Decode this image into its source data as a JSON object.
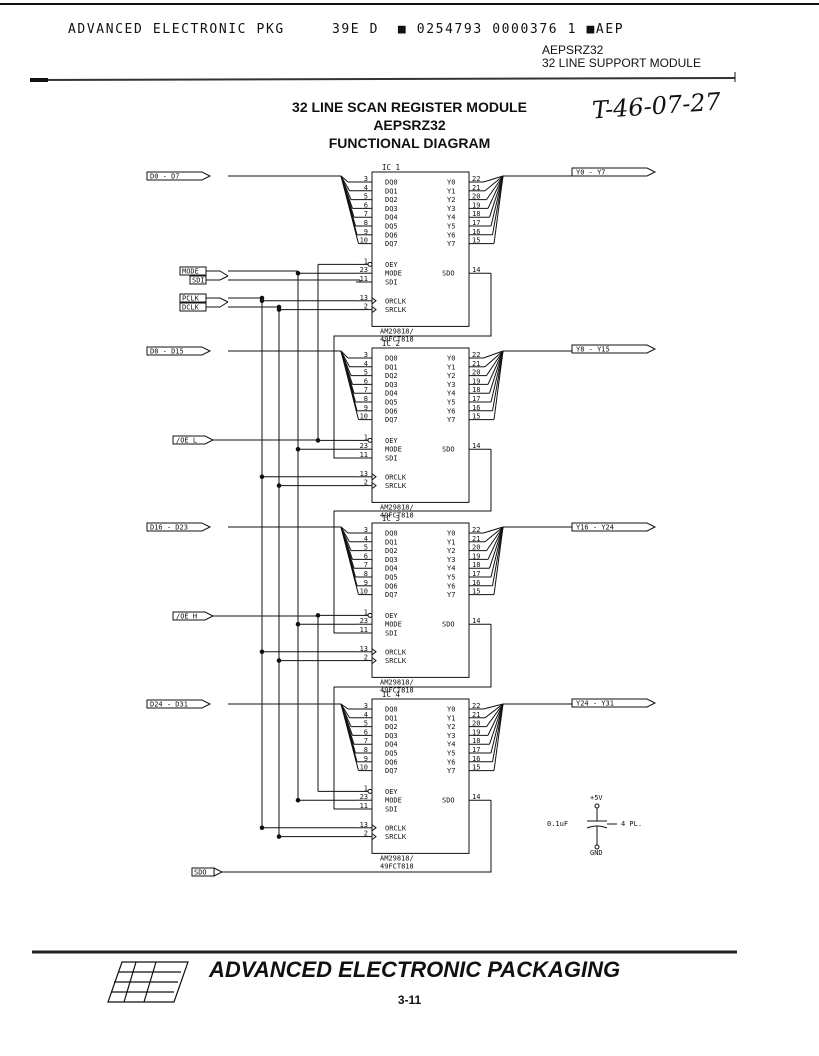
{
  "header": {
    "code_line": "ADVANCED ELECTRONIC PKG     39E D  ■ 0254793 0000376 1 ■AEP",
    "doc_id": "AEPSRZ32",
    "doc_subtitle": "32 LINE SUPPORT MODULE"
  },
  "title": {
    "line1": "32 LINE SCAN REGISTER MODULE",
    "line2": "AEPSRZ32",
    "line3": "FUNCTIONAL DIAGRAM",
    "handwritten": "T-46-07-27"
  },
  "diagram": {
    "inputs": {
      "d0_7": "D0 - D7",
      "mode": "MODE",
      "sdi": "SDI",
      "pclk": "PCLK",
      "dclk": "DCLK",
      "d8_15": "D8 - D15",
      "oe_l": "/OE L",
      "d16_23": "D16 - D23",
      "oe_h": "/OE H",
      "d24_31": "D24 - D31",
      "sdo": "SDO"
    },
    "outputs": [
      "Y0 - Y7",
      "Y8 - Y15",
      "Y16 - Y24",
      "Y24 - Y31"
    ],
    "ics": [
      {
        "name": "IC 1",
        "part1": "AM29818/",
        "part2": "49FCT818"
      },
      {
        "name": "IC 2",
        "part1": "AM29818/",
        "part2": "49FCT818"
      },
      {
        "name": "IC 3",
        "part1": "AM29818/",
        "part2": "49FCT818"
      },
      {
        "name": "IC 4",
        "part1": "AM29818/",
        "part2": "49FCT818"
      }
    ],
    "left_pins": [
      "DQ0",
      "DQ1",
      "DQ2",
      "DQ3",
      "DQ4",
      "DQ5",
      "DQ6",
      "DQ7"
    ],
    "left_pin_nums": [
      "3",
      "4",
      "5",
      "6",
      "7",
      "8",
      "9",
      "10"
    ],
    "right_pins": [
      "Y0",
      "Y1",
      "Y2",
      "Y3",
      "Y4",
      "Y5",
      "Y6",
      "Y7"
    ],
    "right_pin_nums": [
      "22",
      "21",
      "20",
      "19",
      "18",
      "17",
      "16",
      "15"
    ],
    "ctrl_pins": [
      "OEY",
      "MODE",
      "SDI"
    ],
    "ctrl_pin_nums": [
      "1",
      "23",
      "11"
    ],
    "clk_pins": [
      "ORCLK",
      "SRCLK"
    ],
    "clk_pin_nums": [
      "13",
      "2"
    ],
    "sdo_pin": "SDO",
    "sdo_pin_num": "14",
    "capacitor": {
      "value": "0.1uF",
      "qty": "4 PL.",
      "vcc": "+5V",
      "gnd": "GND"
    }
  },
  "footer": {
    "brand": "ADVANCED ELECTRONIC PACKAGING",
    "page": "3-11"
  }
}
